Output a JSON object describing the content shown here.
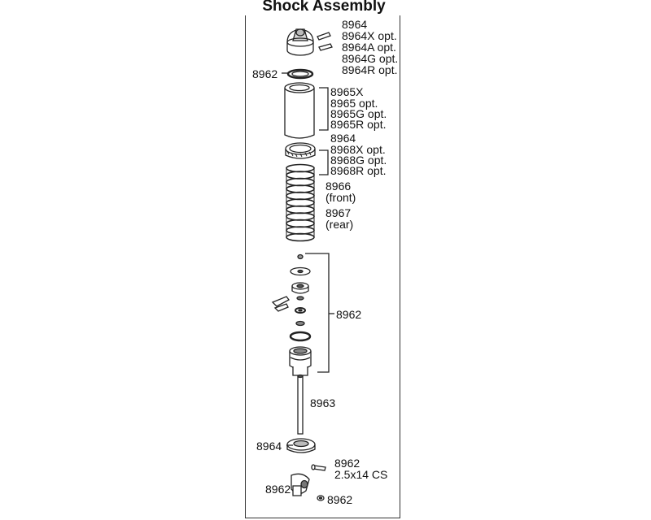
{
  "title": "Shock Assembly",
  "labels": {
    "cap_group": [
      "8964",
      "8964X opt.",
      "8964A opt.",
      "8964G opt.",
      "8964R opt."
    ],
    "oring_top": "8962",
    "body_group": [
      "8965X",
      "8965 opt.",
      "8965G opt.",
      "8965R opt."
    ],
    "collar_group": [
      "8964",
      "8968X opt.",
      "8968G opt.",
      "8968R opt."
    ],
    "spring_front": [
      "8966",
      "(front)"
    ],
    "spring_rear": [
      "8967",
      "(rear)"
    ],
    "piston_group": "8962",
    "shaft": "8963",
    "lower_cap": "8964",
    "screw": [
      "8962",
      "2.5x14 CS"
    ],
    "rod_end_left": "8962",
    "rod_end_right": "8962"
  }
}
